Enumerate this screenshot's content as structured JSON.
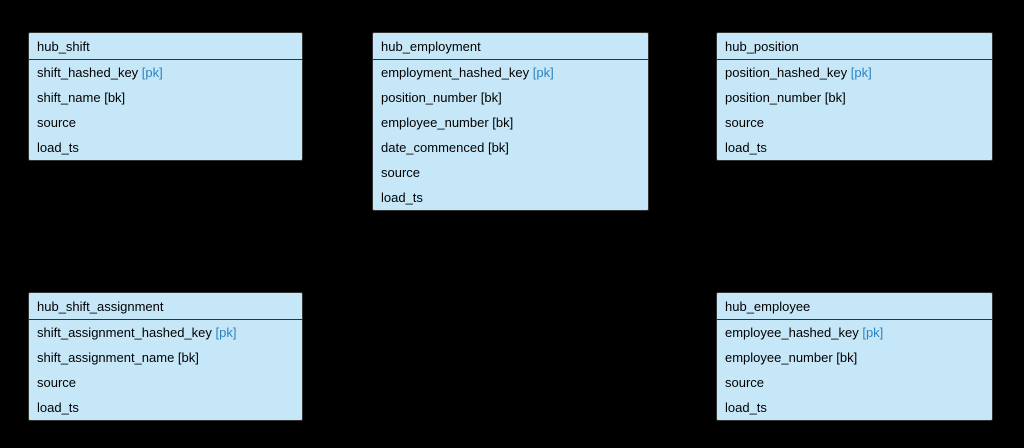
{
  "diagram": {
    "type": "entity-relationship-hubs",
    "background": "#000000",
    "colors": {
      "entity_fill": "#c6e7f8",
      "entity_border": "#333333",
      "header_divider": "#333333",
      "text": "#000000",
      "pk_tag": "#2b83c1"
    },
    "tables": [
      {
        "title": "hub_shift",
        "fields": [
          {
            "name": "shift_hashed_key",
            "tag": "pk"
          },
          {
            "name": "shift_name",
            "tag": "bk"
          },
          {
            "name": "source"
          },
          {
            "name": "load_ts"
          }
        ]
      },
      {
        "title": "hub_employment",
        "fields": [
          {
            "name": "employment_hashed_key",
            "tag": "pk"
          },
          {
            "name": "position_number",
            "tag": "bk"
          },
          {
            "name": "employee_number",
            "tag": "bk"
          },
          {
            "name": "date_commenced",
            "tag": "bk"
          },
          {
            "name": "source"
          },
          {
            "name": "load_ts"
          }
        ]
      },
      {
        "title": "hub_position",
        "fields": [
          {
            "name": "position_hashed_key",
            "tag": "pk"
          },
          {
            "name": "position_number",
            "tag": "bk"
          },
          {
            "name": "source"
          },
          {
            "name": "load_ts"
          }
        ]
      },
      {
        "title": "hub_shift_assignment",
        "fields": [
          {
            "name": "shift_assignment_hashed_key",
            "tag": "pk"
          },
          {
            "name": "shift_assignment_name",
            "tag": "bk"
          },
          {
            "name": "source"
          },
          {
            "name": "load_ts"
          }
        ]
      },
      {
        "title": "hub_employee",
        "fields": [
          {
            "name": "employee_hashed_key",
            "tag": "pk"
          },
          {
            "name": "employee_number",
            "tag": "bk"
          },
          {
            "name": "source"
          },
          {
            "name": "load_ts"
          }
        ]
      }
    ]
  }
}
